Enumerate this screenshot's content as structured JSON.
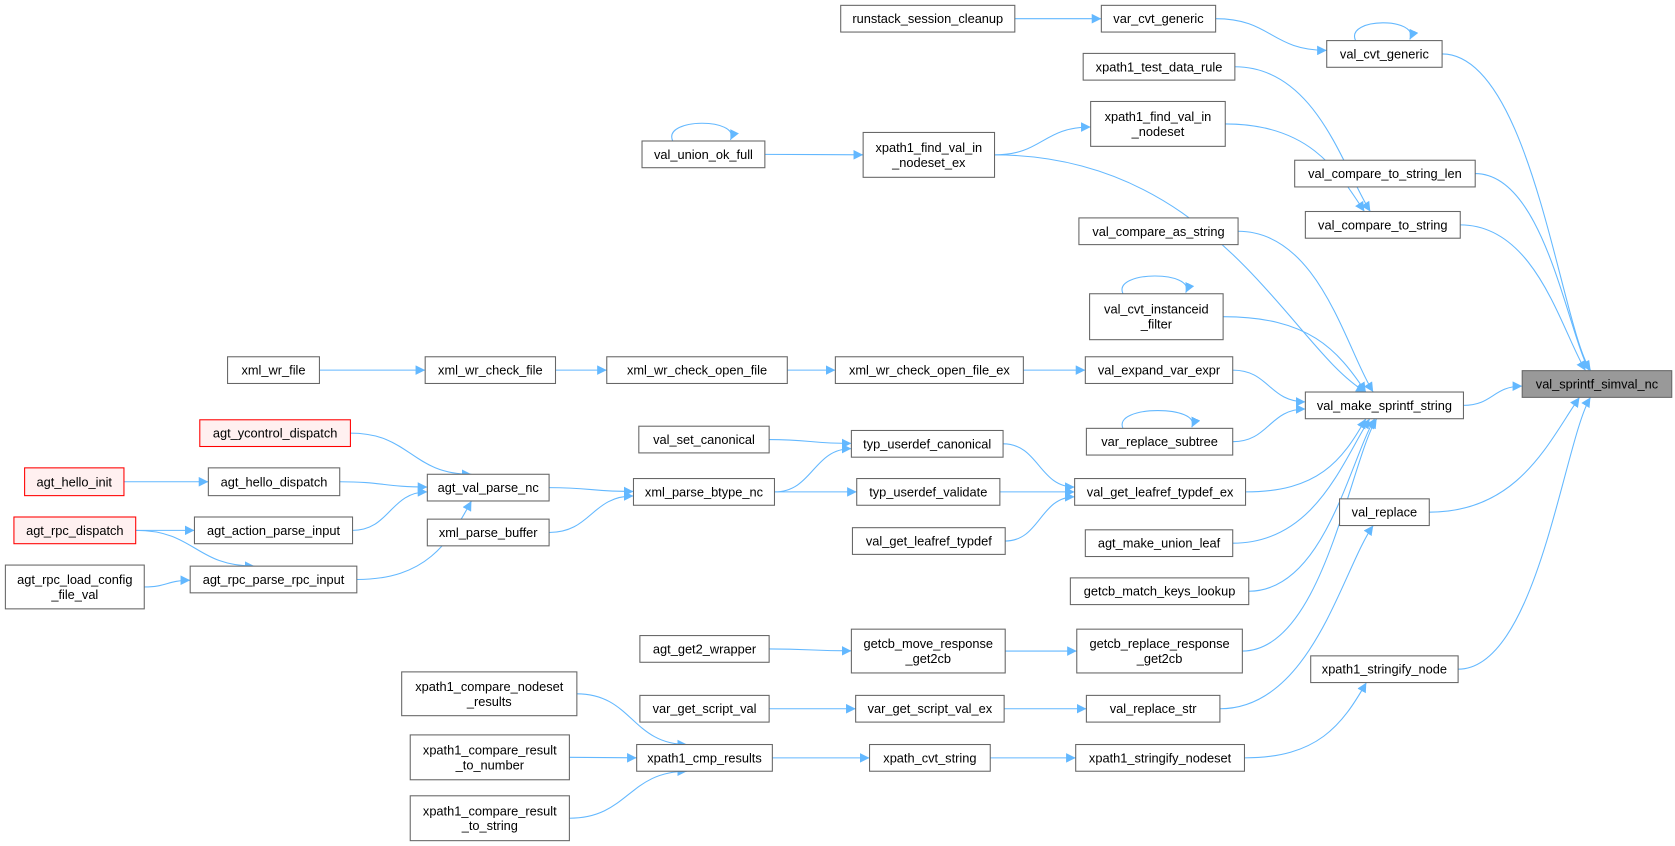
{
  "graph": {
    "title": "val_sprintf_simval_nc caller graph",
    "colors": {
      "edge": "#63b8ff",
      "node_border": "#666666",
      "root_fill": "#999999",
      "red_border": "#ff0000",
      "red_fill": "#fff0f0"
    },
    "nodes": {
      "root": {
        "lines": [
          "val_sprintf_simval_nc"
        ],
        "style": "root"
      },
      "runstack_session_cleanup": {
        "lines": [
          "runstack_session_cleanup"
        ],
        "style": "normal"
      },
      "var_cvt_generic": {
        "lines": [
          "var_cvt_generic"
        ],
        "style": "normal"
      },
      "val_cvt_generic": {
        "lines": [
          "val_cvt_generic"
        ],
        "style": "normal"
      },
      "xpath1_test_data_rule": {
        "lines": [
          "xpath1_test_data_rule"
        ],
        "style": "normal"
      },
      "xpath1_find_val_in_nodeset": {
        "lines": [
          "xpath1_find_val_in",
          "_nodeset"
        ],
        "style": "normal"
      },
      "val_union_ok_full": {
        "lines": [
          "val_union_ok_full"
        ],
        "style": "normal"
      },
      "xpath1_find_val_in_nodeset_ex": {
        "lines": [
          "xpath1_find_val_in",
          "_nodeset_ex"
        ],
        "style": "normal"
      },
      "val_compare_to_string_len": {
        "lines": [
          "val_compare_to_string_len"
        ],
        "style": "normal"
      },
      "val_compare_to_string": {
        "lines": [
          "val_compare_to_string"
        ],
        "style": "normal"
      },
      "val_compare_as_string": {
        "lines": [
          "val_compare_as_string"
        ],
        "style": "normal"
      },
      "val_cvt_instanceid_filter": {
        "lines": [
          "val_cvt_instanceid",
          "_filter"
        ],
        "style": "normal"
      },
      "xml_wr_file": {
        "lines": [
          "xml_wr_file"
        ],
        "style": "normal"
      },
      "xml_wr_check_file": {
        "lines": [
          "xml_wr_check_file"
        ],
        "style": "normal"
      },
      "xml_wr_check_open_file": {
        "lines": [
          "xml_wr_check_open_file"
        ],
        "style": "normal"
      },
      "xml_wr_check_open_file_ex": {
        "lines": [
          "xml_wr_check_open_file_ex"
        ],
        "style": "normal"
      },
      "val_expand_var_expr": {
        "lines": [
          "val_expand_var_expr"
        ],
        "style": "normal"
      },
      "val_make_sprintf_string": {
        "lines": [
          "val_make_sprintf_string"
        ],
        "style": "normal"
      },
      "agt_ycontrol_dispatch": {
        "lines": [
          "agt_ycontrol_dispatch"
        ],
        "style": "red"
      },
      "val_set_canonical": {
        "lines": [
          "val_set_canonical"
        ],
        "style": "normal"
      },
      "typ_userdef_canonical": {
        "lines": [
          "typ_userdef_canonical"
        ],
        "style": "normal"
      },
      "var_replace_subtree": {
        "lines": [
          "var_replace_subtree"
        ],
        "style": "normal"
      },
      "agt_hello_init": {
        "lines": [
          "agt_hello_init"
        ],
        "style": "red"
      },
      "agt_hello_dispatch": {
        "lines": [
          "agt_hello_dispatch"
        ],
        "style": "normal"
      },
      "agt_val_parse_nc": {
        "lines": [
          "agt_val_parse_nc"
        ],
        "style": "normal"
      },
      "xml_parse_btype_nc": {
        "lines": [
          "xml_parse_btype_nc"
        ],
        "style": "normal"
      },
      "typ_userdef_validate": {
        "lines": [
          "typ_userdef_validate"
        ],
        "style": "normal"
      },
      "val_get_leafref_typdef_ex": {
        "lines": [
          "val_get_leafref_typdef_ex"
        ],
        "style": "normal"
      },
      "agt_rpc_dispatch": {
        "lines": [
          "agt_rpc_dispatch"
        ],
        "style": "red"
      },
      "agt_action_parse_input": {
        "lines": [
          "agt_action_parse_input"
        ],
        "style": "normal"
      },
      "xml_parse_buffer": {
        "lines": [
          "xml_parse_buffer"
        ],
        "style": "normal"
      },
      "val_get_leafref_typdef": {
        "lines": [
          "val_get_leafref_typdef"
        ],
        "style": "normal"
      },
      "agt_make_union_leaf": {
        "lines": [
          "agt_make_union_leaf"
        ],
        "style": "normal"
      },
      "val_replace": {
        "lines": [
          "val_replace"
        ],
        "style": "normal"
      },
      "agt_rpc_load_config_file_val": {
        "lines": [
          "agt_rpc_load_config",
          "_file_val"
        ],
        "style": "normal"
      },
      "agt_rpc_parse_rpc_input": {
        "lines": [
          "agt_rpc_parse_rpc_input"
        ],
        "style": "normal"
      },
      "getcb_match_keys_lookup": {
        "lines": [
          "getcb_match_keys_lookup"
        ],
        "style": "normal"
      },
      "agt_get2_wrapper": {
        "lines": [
          "agt_get2_wrapper"
        ],
        "style": "normal"
      },
      "getcb_move_response_get2cb": {
        "lines": [
          "getcb_move_response",
          "_get2cb"
        ],
        "style": "normal"
      },
      "getcb_replace_response_get2cb": {
        "lines": [
          "getcb_replace_response",
          "_get2cb"
        ],
        "style": "normal"
      },
      "xpath1_stringify_node": {
        "lines": [
          "xpath1_stringify_node"
        ],
        "style": "normal"
      },
      "xpath1_compare_nodeset_results": {
        "lines": [
          "xpath1_compare_nodeset",
          "_results"
        ],
        "style": "normal"
      },
      "var_get_script_val": {
        "lines": [
          "var_get_script_val"
        ],
        "style": "normal"
      },
      "var_get_script_val_ex": {
        "lines": [
          "var_get_script_val_ex"
        ],
        "style": "normal"
      },
      "val_replace_str": {
        "lines": [
          "val_replace_str"
        ],
        "style": "normal"
      },
      "xpath1_compare_result_to_number": {
        "lines": [
          "xpath1_compare_result",
          "_to_number"
        ],
        "style": "normal"
      },
      "xpath1_cmp_results": {
        "lines": [
          "xpath1_cmp_results"
        ],
        "style": "normal"
      },
      "xpath_cvt_string": {
        "lines": [
          "xpath_cvt_string"
        ],
        "style": "normal"
      },
      "xpath1_stringify_nodeset": {
        "lines": [
          "xpath1_stringify_nodeset"
        ],
        "style": "normal"
      },
      "xpath1_compare_result_to_string": {
        "lines": [
          "xpath1_compare_result",
          "_to_string"
        ],
        "style": "normal"
      }
    },
    "edges": [
      [
        "runstack_session_cleanup",
        "var_cvt_generic"
      ],
      [
        "var_cvt_generic",
        "val_cvt_generic"
      ],
      [
        "val_cvt_generic",
        "val_cvt_generic"
      ],
      [
        "val_cvt_generic",
        "root"
      ],
      [
        "xpath1_test_data_rule",
        "val_compare_to_string"
      ],
      [
        "xpath1_find_val_in_nodeset",
        "val_compare_to_string"
      ],
      [
        "val_union_ok_full",
        "val_union_ok_full"
      ],
      [
        "val_union_ok_full",
        "xpath1_find_val_in_nodeset_ex"
      ],
      [
        "xpath1_find_val_in_nodeset_ex",
        "xpath1_find_val_in_nodeset"
      ],
      [
        "xpath1_find_val_in_nodeset_ex",
        "val_make_sprintf_string"
      ],
      [
        "val_compare_to_string_len",
        "root"
      ],
      [
        "val_compare_to_string",
        "root"
      ],
      [
        "val_compare_as_string",
        "val_make_sprintf_string"
      ],
      [
        "val_cvt_instanceid_filter",
        "val_cvt_instanceid_filter"
      ],
      [
        "val_cvt_instanceid_filter",
        "val_make_sprintf_string"
      ],
      [
        "xml_wr_file",
        "xml_wr_check_file"
      ],
      [
        "xml_wr_check_file",
        "xml_wr_check_open_file"
      ],
      [
        "xml_wr_check_open_file",
        "xml_wr_check_open_file_ex"
      ],
      [
        "xml_wr_check_open_file_ex",
        "val_expand_var_expr"
      ],
      [
        "val_expand_var_expr",
        "val_make_sprintf_string"
      ],
      [
        "val_make_sprintf_string",
        "root"
      ],
      [
        "agt_ycontrol_dispatch",
        "agt_val_parse_nc"
      ],
      [
        "agt_hello_init",
        "agt_hello_dispatch"
      ],
      [
        "agt_hello_dispatch",
        "agt_val_parse_nc"
      ],
      [
        "agt_rpc_dispatch",
        "agt_action_parse_input"
      ],
      [
        "agt_rpc_dispatch",
        "agt_rpc_parse_rpc_input"
      ],
      [
        "agt_action_parse_input",
        "agt_val_parse_nc"
      ],
      [
        "agt_rpc_parse_rpc_input",
        "agt_val_parse_nc"
      ],
      [
        "agt_rpc_load_config_file_val",
        "agt_rpc_parse_rpc_input"
      ],
      [
        "agt_val_parse_nc",
        "xml_parse_btype_nc"
      ],
      [
        "xml_parse_buffer",
        "xml_parse_btype_nc"
      ],
      [
        "val_set_canonical",
        "typ_userdef_canonical"
      ],
      [
        "xml_parse_btype_nc",
        "typ_userdef_canonical"
      ],
      [
        "xml_parse_btype_nc",
        "typ_userdef_validate"
      ],
      [
        "typ_userdef_canonical",
        "val_get_leafref_typdef_ex"
      ],
      [
        "typ_userdef_validate",
        "val_get_leafref_typdef_ex"
      ],
      [
        "val_get_leafref_typdef",
        "val_get_leafref_typdef_ex"
      ],
      [
        "var_replace_subtree",
        "var_replace_subtree"
      ],
      [
        "var_replace_subtree",
        "val_make_sprintf_string"
      ],
      [
        "val_get_leafref_typdef_ex",
        "val_make_sprintf_string"
      ],
      [
        "agt_make_union_leaf",
        "val_make_sprintf_string"
      ],
      [
        "getcb_match_keys_lookup",
        "val_make_sprintf_string"
      ],
      [
        "getcb_replace_response_get2cb",
        "val_make_sprintf_string"
      ],
      [
        "val_replace",
        "root"
      ],
      [
        "agt_get2_wrapper",
        "getcb_move_response_get2cb"
      ],
      [
        "getcb_move_response_get2cb",
        "getcb_replace_response_get2cb"
      ],
      [
        "val_replace_str",
        "val_replace"
      ],
      [
        "xpath1_stringify_node",
        "root"
      ],
      [
        "xpath1_stringify_nodeset",
        "xpath1_stringify_node"
      ],
      [
        "var_get_script_val",
        "var_get_script_val_ex"
      ],
      [
        "var_get_script_val_ex",
        "val_replace_str"
      ],
      [
        "xpath1_compare_nodeset_results",
        "xpath1_cmp_results"
      ],
      [
        "xpath1_compare_result_to_number",
        "xpath1_cmp_results"
      ],
      [
        "xpath1_compare_result_to_string",
        "xpath1_cmp_results"
      ],
      [
        "xpath1_cmp_results",
        "xpath_cvt_string"
      ],
      [
        "xpath_cvt_string",
        "xpath1_stringify_nodeset"
      ]
    ]
  }
}
